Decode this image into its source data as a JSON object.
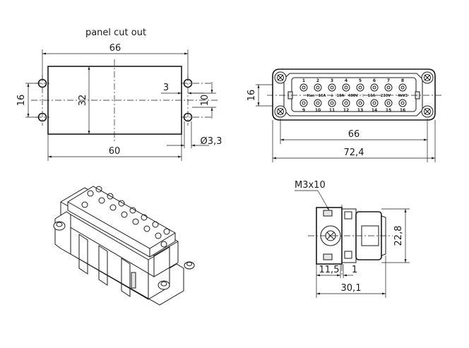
{
  "cutout": {
    "title": "panel cut out",
    "width_outer": "66",
    "height_inner": "32",
    "width_inner": "60",
    "left_height": "16",
    "small_step": "3",
    "small_height": "10",
    "hole_dia": "Ø3,3"
  },
  "front_view": {
    "height": "16",
    "width_inner": "66",
    "width_outer": "72,4",
    "pins_top": [
      "1",
      "2",
      "3",
      "4",
      "5",
      "6",
      "7",
      "8"
    ],
    "pins_bottom": [
      "9",
      "10",
      "11",
      "12",
      "13",
      "14",
      "15",
      "16"
    ],
    "ratings": [
      "Han",
      "16A",
      "⏚",
      "10A",
      "400V",
      "▽",
      "16A",
      "230V",
      "4kV3"
    ]
  },
  "side_view": {
    "screw": "M3x10",
    "height": "22,8",
    "dim_a": "11,5",
    "dim_b": "1",
    "length": "30,1"
  }
}
